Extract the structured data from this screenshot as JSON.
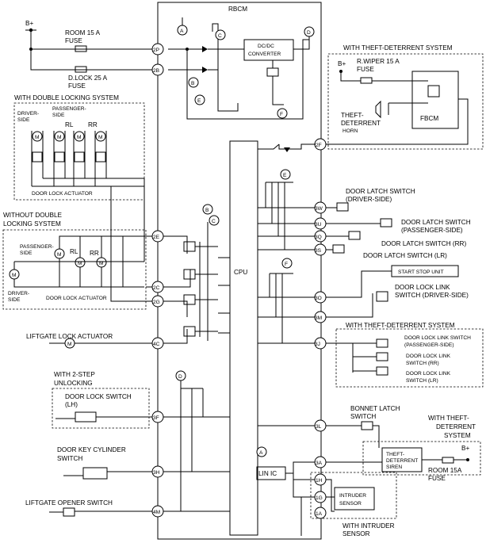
{
  "module": {
    "rbcm": "RBCM",
    "cpu": "CPU",
    "dcdc": [
      "DC/DC",
      "CONVERTER"
    ],
    "lin_ic": "LIN IC",
    "fbcm": "FBCM"
  },
  "power": {
    "b_plus": "B+"
  },
  "fuses": {
    "room": [
      "ROOM 15 A",
      "FUSE"
    ],
    "dlock": [
      "D.LOCK 25 A",
      "FUSE"
    ],
    "rwiper": [
      "R.WIPER 15 A",
      "FUSE"
    ],
    "room_r": [
      "ROOM 15A",
      "FUSE"
    ]
  },
  "groups": {
    "double_locking": "WITH DOUBLE LOCKING SYSTEM",
    "without_double": [
      "WITHOUT DOUBLE",
      "LOCKING SYSTEM"
    ],
    "theft_top": "WITH THEFT-DETERRENT SYSTEM",
    "theft_mid": "WITH THEFT-DETERRENT SYSTEM",
    "theft_bottom": [
      "WITH THEFT-",
      "DETERRENT",
      "SYSTEM"
    ],
    "two_step": [
      "WITH 2-STEP",
      "UNLOCKING"
    ],
    "intruder": [
      "WITH INTRUDER",
      "SENSOR"
    ]
  },
  "components": {
    "driver_side": [
      "DRIVER-",
      "SIDE"
    ],
    "passenger_side": [
      "PASSENGER-",
      "SIDE"
    ],
    "passenger_side_b": [
      "PASSENGER-",
      "SIDE"
    ],
    "driver_side_b": [
      "DRIVER-",
      "SIDE"
    ],
    "rl": "RL",
    "rr": "RR",
    "rl_b": "RL",
    "rr_b": "RR",
    "door_lock_actuator": "DOOR LOCK ACTUATOR",
    "door_lock_actuator_b": "DOOR LOCK ACTUATOR",
    "theft_horn": [
      "THEFT-",
      "DETERRENT",
      "HORN"
    ],
    "liftgate_lock_actuator": "LIFTGATE LOCK ACTUATOR",
    "door_lock_switch_lh": [
      "DOOR LOCK SWITCH",
      "(LH)"
    ],
    "door_key_cylinder": [
      "DOOR KEY CYLINDER",
      "SWITCH"
    ],
    "liftgate_opener": "LIFTGATE OPENER SWITCH",
    "latch_driver": [
      "DOOR LATCH SWITCH",
      "(DRIVER-SIDE)"
    ],
    "latch_passenger": [
      "DOOR LATCH SWITCH",
      "(PASSENGER-SIDE)"
    ],
    "latch_rr": "DOOR LATCH SWITCH (RR)",
    "latch_lr": "DOOR LATCH SWITCH (LR)",
    "start_stop": "START STOP UNIT",
    "link_driver": [
      "DOOR LOCK LINK",
      "SWITCH (DRIVER-SIDE)"
    ],
    "link_passenger": [
      "DOOR LOCK LINK SWITCH",
      "(PASSENGER-SIDE)"
    ],
    "link_rr": [
      "DOOR LOCK LINK",
      "SWITCH (RR)"
    ],
    "link_lr": [
      "DOOR LOCK LINK",
      "SWITCH (LR)"
    ],
    "bonnet_latch": [
      "BONNET LATCH",
      "SWITCH"
    ],
    "siren": [
      "THEFT-",
      "DETERRENT",
      "SIREN"
    ],
    "intruder_sensor": [
      "INTRUDER",
      "SENSOR"
    ]
  },
  "pins": {
    "p2P": "2P",
    "p2B": "2B",
    "p2E": "2E",
    "p2C": "2C",
    "p2G": "2G",
    "p4C": "4C",
    "p3F": "3F",
    "p3H": "3H",
    "p4M": "4M",
    "p2F": "2F",
    "p3W": "3W",
    "p3U": "3U",
    "p3Q": "3Q",
    "p3S": "3S",
    "p3O": "3O",
    "p3M": "3M",
    "p3J": "3J",
    "p3L": "3L",
    "p3A": "3A",
    "p1H": "1H",
    "p1G": "1G",
    "p1A": "1A"
  },
  "markers": {
    "a": "A",
    "b": "B",
    "c": "C",
    "d": "D",
    "e": "E",
    "f": "F"
  }
}
